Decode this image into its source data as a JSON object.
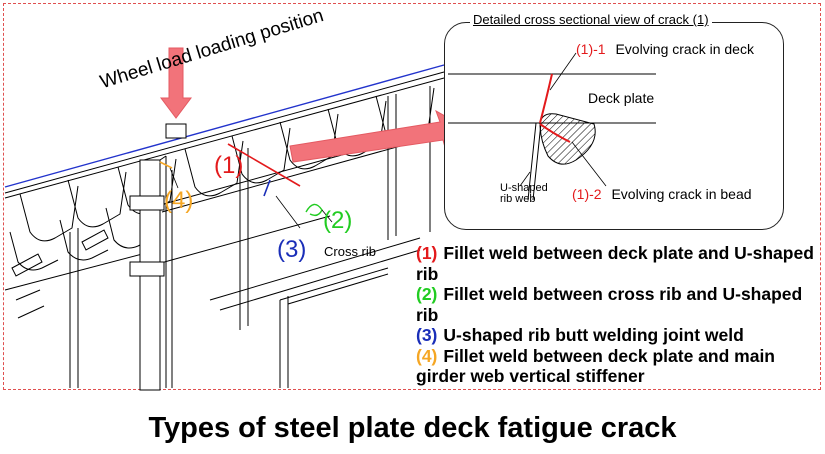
{
  "detail_title": "Detailed cross sectional view of crack (1)",
  "wheel_label": "Wheel load loading position",
  "crack_deck": {
    "num": "(1)-1",
    "text": "Evolving crack in deck"
  },
  "deck_plate": "Deck plate",
  "rib_web": {
    "line1": "U-shaped",
    "line2": "rib web"
  },
  "crack_bead": {
    "num": "(1)-2",
    "text": "Evolving crack in bead"
  },
  "markers": {
    "m1": "(1)",
    "m2": "(2)",
    "m3": "(3)",
    "m4": "(4)"
  },
  "cross_rib": "Cross rib",
  "legend": [
    {
      "num": "(1)",
      "text": "Fillet weld between deck plate and U-shaped rib",
      "color": "#e31a1c"
    },
    {
      "num": "(2)",
      "text": "Fillet weld between cross rib and U-shaped rib",
      "color": "#22cc22"
    },
    {
      "num": "(3)",
      "text": "U-shaped rib butt welding joint weld",
      "color": "#1a2eb8"
    },
    {
      "num": "(4)",
      "text": "Fillet weld between deck plate and main girder web vertical stiffener",
      "color": "#f5a623"
    }
  ],
  "title": "Types of steel plate deck fatigue crack",
  "colors": {
    "red": "#e31a1c",
    "green": "#22cc22",
    "blue": "#1a2eb8",
    "orange": "#f5a623",
    "arrow": "#f2737a"
  }
}
